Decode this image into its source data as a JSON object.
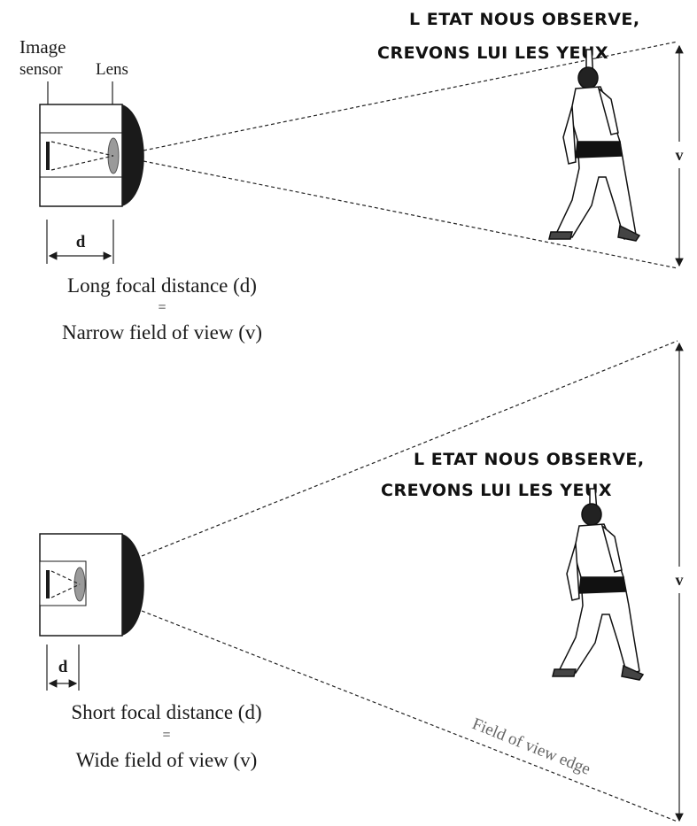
{
  "top_panel": {
    "label_image_sensor_line1": "Image",
    "label_image_sensor_line2": "sensor",
    "label_lens": "Lens",
    "label_d": "d",
    "label_v": "v",
    "caption_line1": "Long focal distance (d)",
    "caption_equals": "=",
    "caption_line2": "Narrow field of view (v)",
    "graffiti_line1": "L ETAT NOUS OBSERVE,",
    "graffiti_line2": "CREVONS LUI LES YEUX"
  },
  "bottom_panel": {
    "label_d": "d",
    "label_v": "v",
    "caption_line1": "Short focal distance (d)",
    "caption_equals": "=",
    "caption_line2": "Wide field of view (v)",
    "graffiti_line1": "L ETAT NOUS OBSERVE,",
    "graffiti_line2": "CREVONS LUI LES YEUX",
    "edge_label": "Field of view edge"
  },
  "colors": {
    "ink": "#1a1a1a",
    "lens_fill": "#9a9a9a",
    "edge_label": "#666666"
  }
}
